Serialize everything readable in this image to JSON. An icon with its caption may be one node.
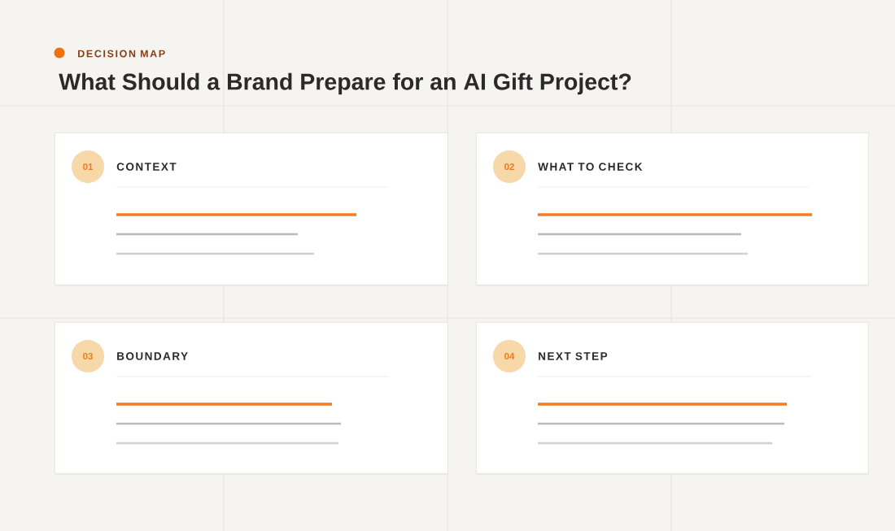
{
  "diagram": {
    "title": "What Should a Brand Prepare for an AI Gift Project?",
    "nodes": [
      {
        "text": [
          "CONTEXT"
        ]
      },
      {
        "text": [
          "01"
        ],
        "in": 0
      },
      {
        "text": [
          "WHAT TO CHECK"
        ]
      },
      {
        "text": [
          "02"
        ],
        "in": 2
      },
      {
        "text": [
          "BOUNDARY"
        ]
      },
      {
        "text": [
          "03"
        ],
        "in": 4
      },
      {
        "text": [
          "NEXT STEP"
        ]
      },
      {
        "text": [
          "04"
        ],
        "in": 6
      }
    ],
    "labels": [
      "DECISION MAP"
    ]
  }
}
